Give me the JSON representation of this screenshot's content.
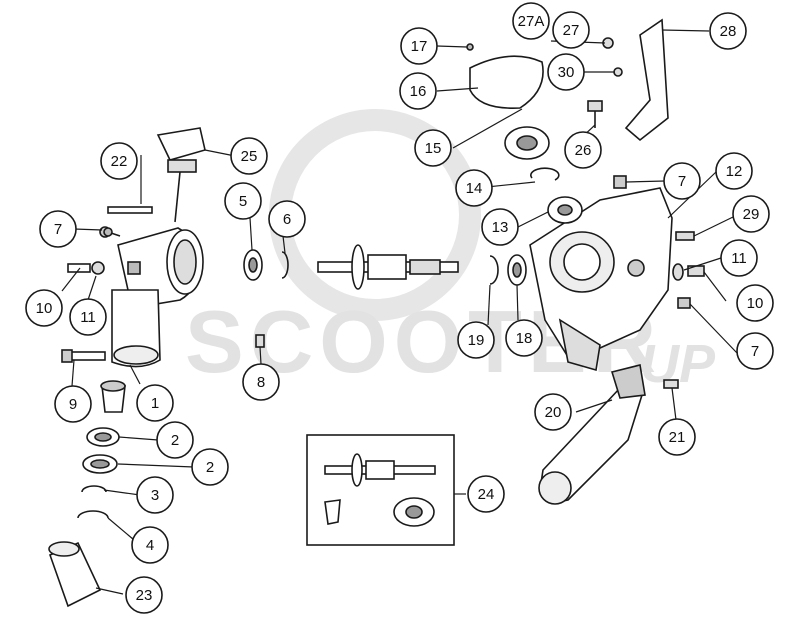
{
  "watermark": {
    "brand": "SCOOTER",
    "suffix": "UP"
  },
  "callouts": {
    "c1": "1",
    "c2a": "2",
    "c2b": "2",
    "c3": "3",
    "c4": "4",
    "c5": "5",
    "c6": "6",
    "c7a": "7",
    "c7b": "7",
    "c7c": "7",
    "c8": "8",
    "c9": "9",
    "c10a": "10",
    "c10b": "10",
    "c11a": "11",
    "c11b": "11",
    "c12": "12",
    "c13": "13",
    "c14": "14",
    "c15": "15",
    "c16": "16",
    "c17": "17",
    "c18": "18",
    "c19": "19",
    "c20": "20",
    "c21": "21",
    "c22": "22",
    "c23": "23",
    "c24": "24",
    "c25": "25",
    "c26": "26",
    "c27": "27",
    "c27a": "27A",
    "c28": "28",
    "c29": "29",
    "c30": "30"
  },
  "colors": {
    "line": "#1a1a1a",
    "watermark": "#e2e2e2",
    "part_shade": "#cfcfcf"
  }
}
